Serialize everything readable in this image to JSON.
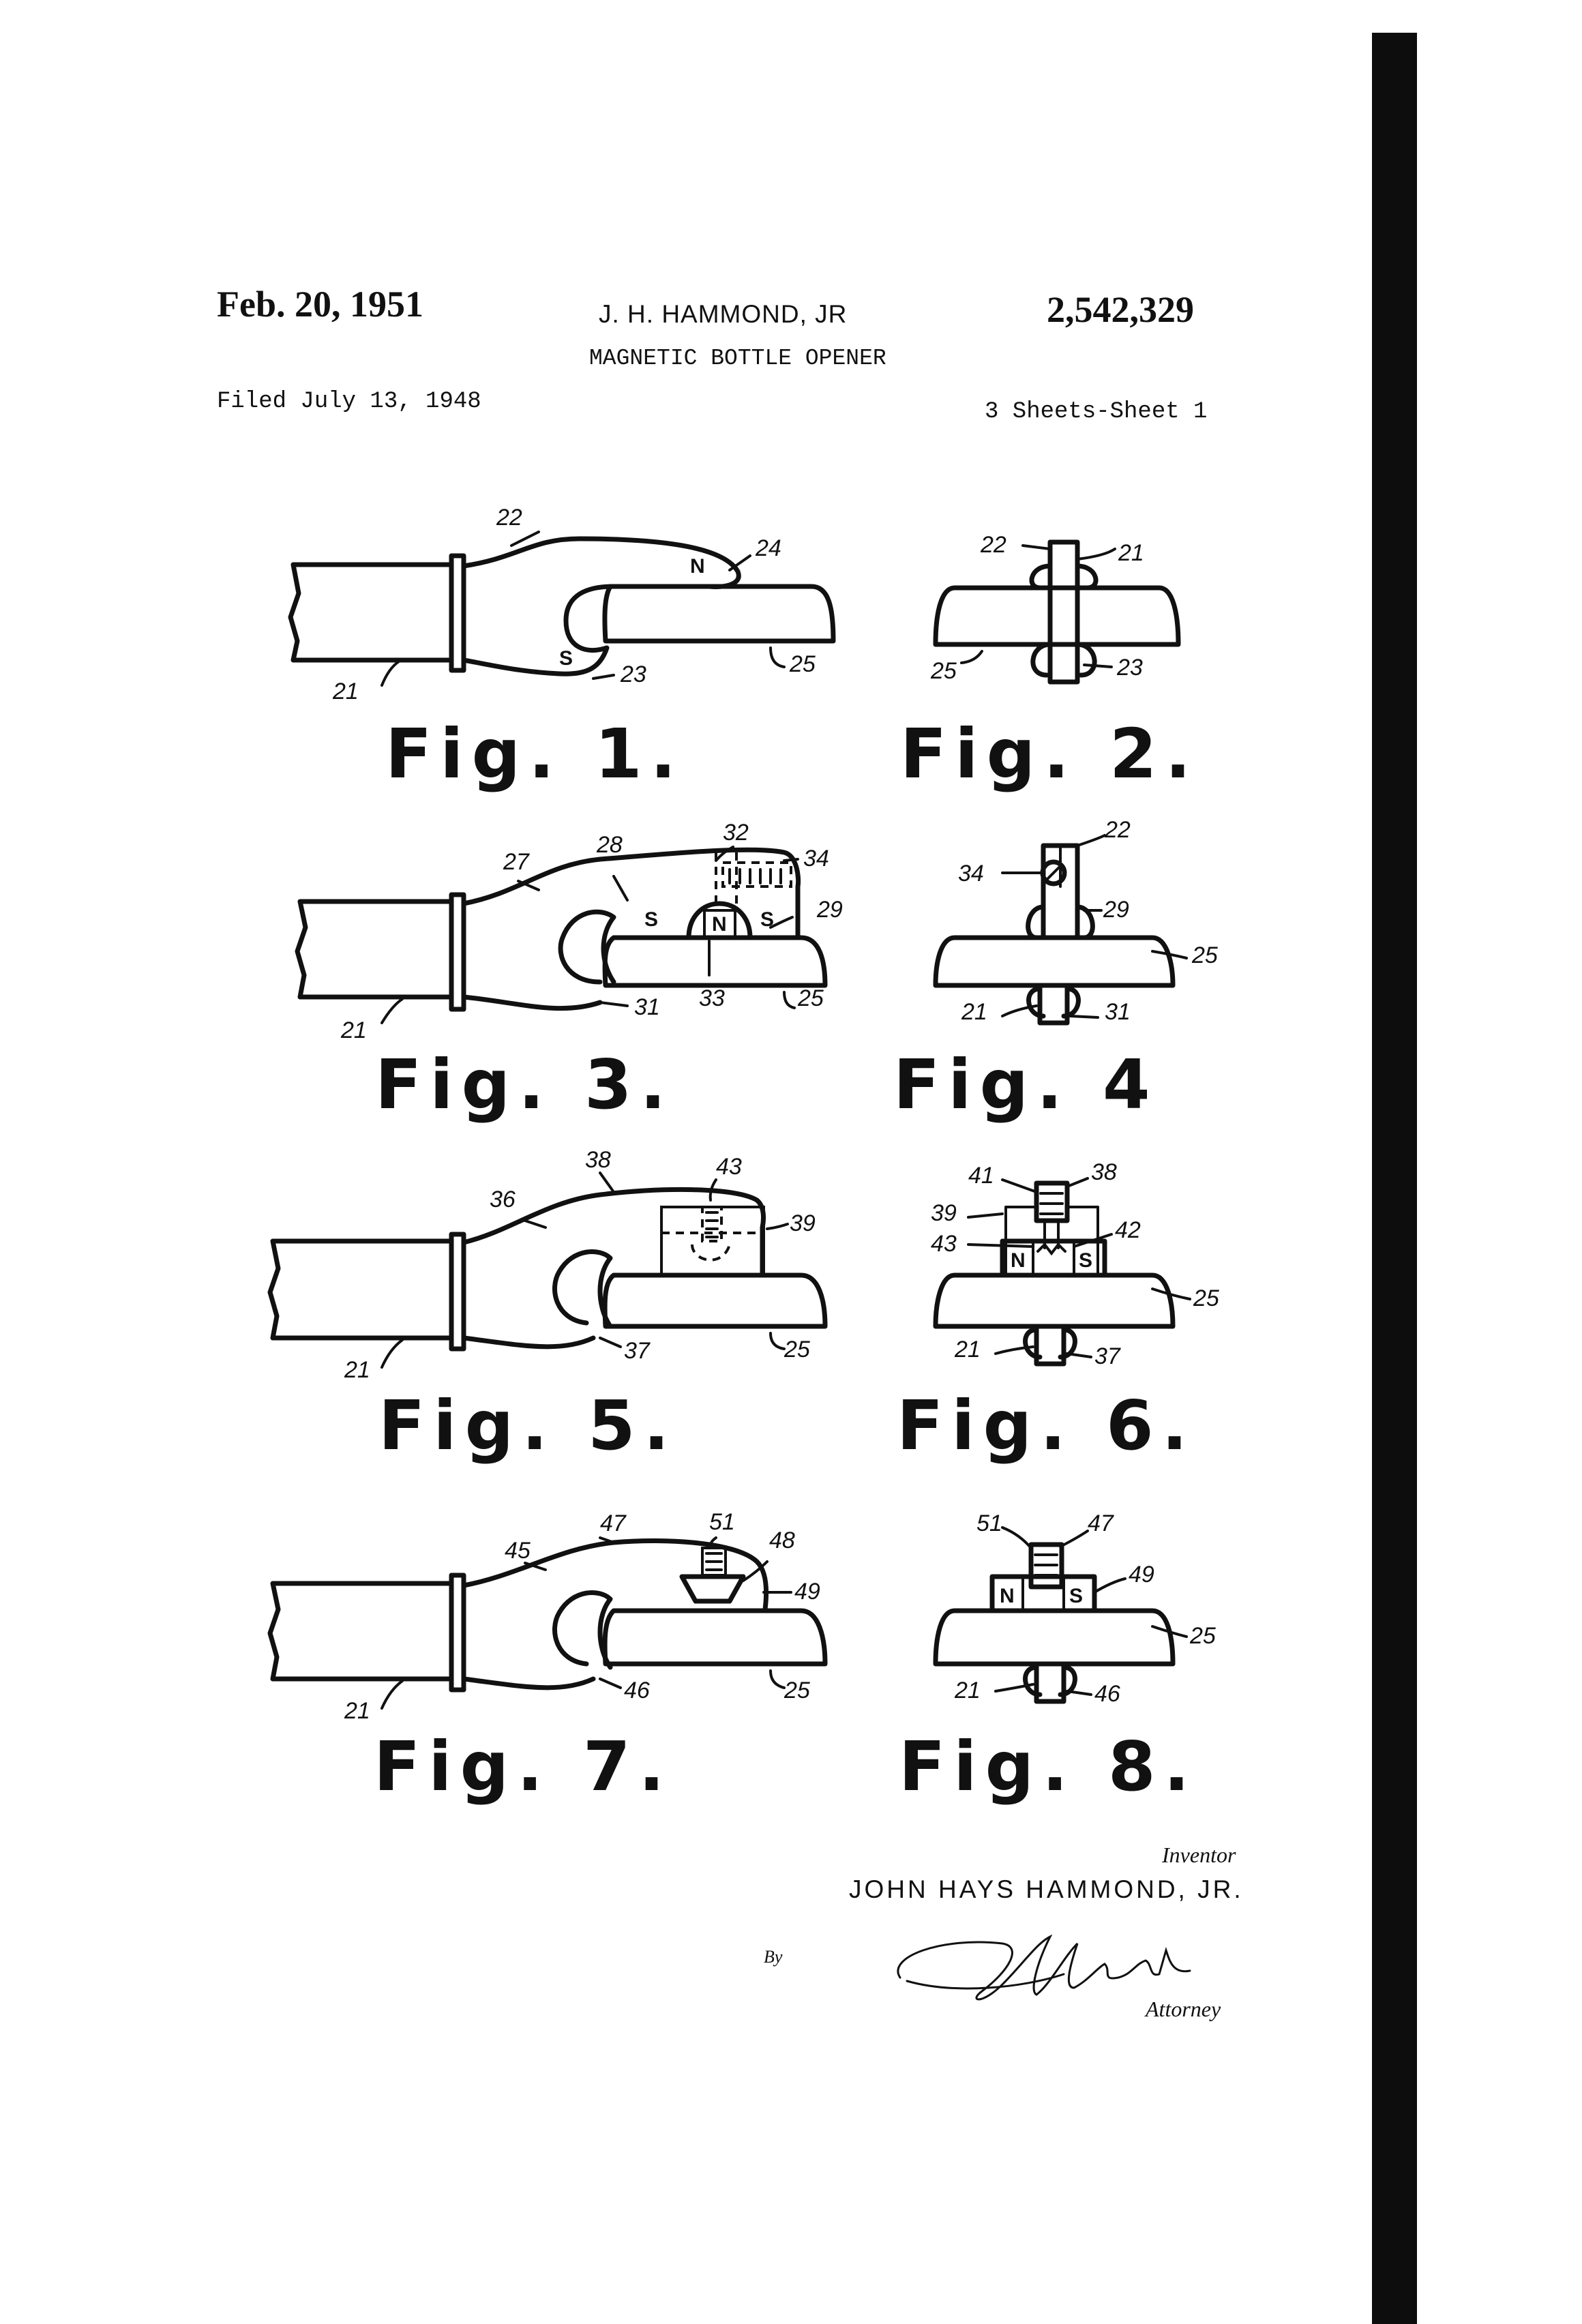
{
  "header": {
    "date": "Feb. 20, 1951",
    "inventor_short": "J. H. HAMMOND, JR",
    "patent_number": "2,542,329",
    "title": "MAGNETIC BOTTLE OPENER",
    "filed": "Filed July 13, 1948",
    "sheets": "3 Sheets-Sheet 1"
  },
  "figures": {
    "fig1": {
      "label": "Fig. 1.",
      "refs": [
        "22",
        "24",
        "21",
        "23",
        "25"
      ],
      "magnets": [
        "N",
        "S"
      ]
    },
    "fig2": {
      "label": "Fig. 2.",
      "refs": [
        "22",
        "21",
        "25",
        "23"
      ]
    },
    "fig3": {
      "label": "Fig. 3.",
      "refs": [
        "27",
        "28",
        "32",
        "34",
        "29",
        "21",
        "31",
        "33",
        "25"
      ],
      "magnets": [
        "S",
        "N",
        "S"
      ]
    },
    "fig4": {
      "label": "Fig. 4",
      "refs": [
        "22",
        "34",
        "29",
        "25",
        "21",
        "31"
      ]
    },
    "fig5": {
      "label": "Fig. 5.",
      "refs": [
        "38",
        "43",
        "36",
        "39",
        "21",
        "37",
        "25"
      ]
    },
    "fig6": {
      "label": "Fig. 6.",
      "refs": [
        "41",
        "38",
        "39",
        "43",
        "42",
        "21",
        "37",
        "25"
      ],
      "magnets": [
        "N",
        "S"
      ]
    },
    "fig7": {
      "label": "Fig. 7.",
      "refs": [
        "47",
        "51",
        "48",
        "45",
        "49",
        "21",
        "46",
        "25"
      ]
    },
    "fig8": {
      "label": "Fig. 8.",
      "refs": [
        "51",
        "47",
        "49",
        "25",
        "21",
        "46"
      ],
      "magnets": [
        "N",
        "S"
      ]
    }
  },
  "footer": {
    "inventor_label": "Inventor",
    "inventor_name": "JOHN HAYS HAMMOND, JR.",
    "by_label": "By",
    "attorney_label": "Attorney"
  },
  "colors": {
    "ink": "#111111",
    "paper": "#ffffff",
    "bar": "#0d0d0d"
  }
}
